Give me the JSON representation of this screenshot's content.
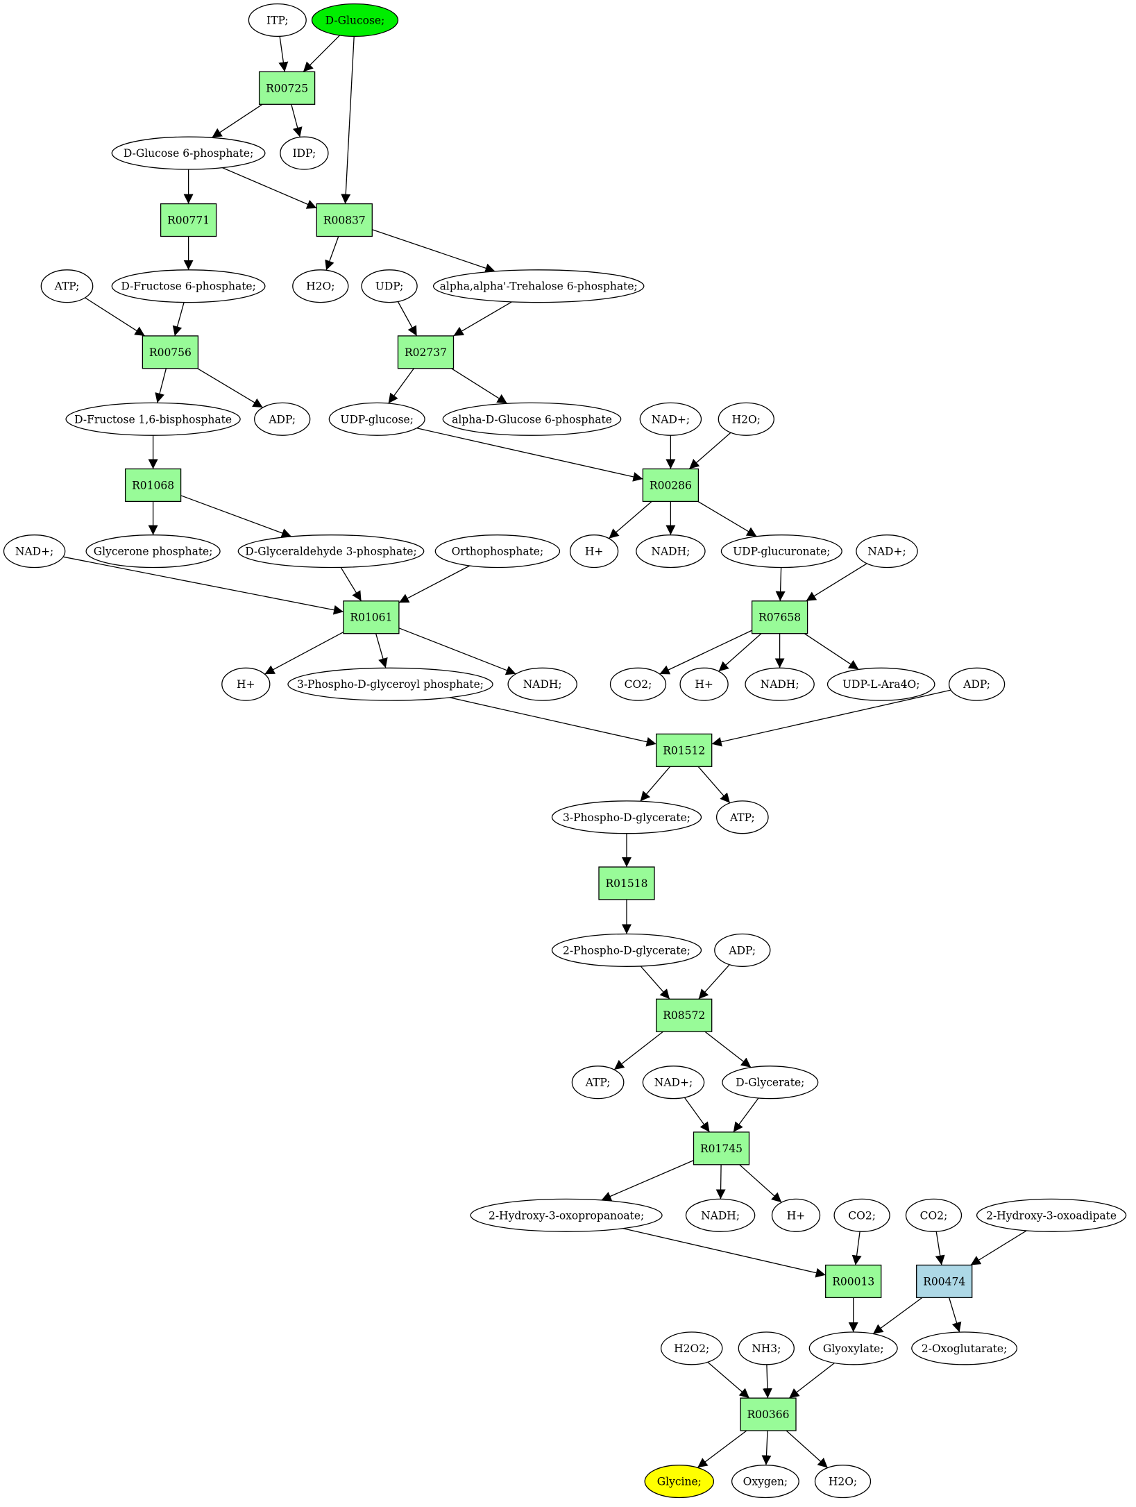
{
  "colors": {
    "reaction": "#98fb98",
    "reaction_alt": "#add8e6",
    "source": "#00ee00",
    "target": "#ffff00",
    "compound": "#ffffff"
  },
  "compounds": [
    {
      "id": "itp",
      "label": "ITP;"
    },
    {
      "id": "dglucose",
      "label": "D-Glucose;",
      "fill": "source"
    },
    {
      "id": "g6p",
      "label": "D-Glucose 6-phosphate;"
    },
    {
      "id": "idp",
      "label": "IDP;"
    },
    {
      "id": "atp1",
      "label": "ATP;"
    },
    {
      "id": "f6p",
      "label": "D-Fructose 6-phosphate;"
    },
    {
      "id": "h2o1",
      "label": "H2O;"
    },
    {
      "id": "udp",
      "label": "UDP;"
    },
    {
      "id": "tre6p",
      "label": "alpha,alpha'-Trehalose 6-phosphate;"
    },
    {
      "id": "fbp",
      "label": "D-Fructose 1,6-bisphosphate"
    },
    {
      "id": "adp1",
      "label": "ADP;"
    },
    {
      "id": "udpglc",
      "label": "UDP-glucose;"
    },
    {
      "id": "ag6p",
      "label": "alpha-D-Glucose 6-phosphate"
    },
    {
      "id": "nad1",
      "label": "NAD+;"
    },
    {
      "id": "h2o2",
      "label": "H2O;"
    },
    {
      "id": "nad2",
      "label": "NAD+;"
    },
    {
      "id": "dhap",
      "label": "Glycerone phosphate;"
    },
    {
      "id": "gap",
      "label": "D-Glyceraldehyde 3-phosphate;"
    },
    {
      "id": "pi",
      "label": "Orthophosphate;"
    },
    {
      "id": "hplus1",
      "label": "H+"
    },
    {
      "id": "nadh1",
      "label": "NADH;"
    },
    {
      "id": "udpglcua",
      "label": "UDP-glucuronate;"
    },
    {
      "id": "nad3",
      "label": "NAD+;"
    },
    {
      "id": "hplus2",
      "label": "H+"
    },
    {
      "id": "bpg",
      "label": "3-Phospho-D-glyceroyl phosphate;"
    },
    {
      "id": "nadh2",
      "label": "NADH;"
    },
    {
      "id": "co2a",
      "label": "CO2;"
    },
    {
      "id": "hplus3",
      "label": "H+"
    },
    {
      "id": "nadh3",
      "label": "NADH;"
    },
    {
      "id": "udpara",
      "label": "UDP-L-Ara4O;"
    },
    {
      "id": "adp2",
      "label": "ADP;"
    },
    {
      "id": "pg3",
      "label": "3-Phospho-D-glycerate;"
    },
    {
      "id": "atp2",
      "label": "ATP;"
    },
    {
      "id": "pg2",
      "label": "2-Phospho-D-glycerate;"
    },
    {
      "id": "adp3",
      "label": "ADP;"
    },
    {
      "id": "atp3",
      "label": "ATP;"
    },
    {
      "id": "nad4",
      "label": "NAD+;"
    },
    {
      "id": "dglycerate",
      "label": "D-Glycerate;"
    },
    {
      "id": "hop",
      "label": "2-Hydroxy-3-oxopropanoate;"
    },
    {
      "id": "nadh4",
      "label": "NADH;"
    },
    {
      "id": "hplus4",
      "label": "H+"
    },
    {
      "id": "co2b",
      "label": "CO2;"
    },
    {
      "id": "co2c",
      "label": "CO2;"
    },
    {
      "id": "hoa",
      "label": "2-Hydroxy-3-oxoadipate"
    },
    {
      "id": "h2o2b",
      "label": "H2O2;"
    },
    {
      "id": "nh3",
      "label": "NH3;"
    },
    {
      "id": "glyoxylate",
      "label": "Glyoxylate;"
    },
    {
      "id": "oxoglut",
      "label": "2-Oxoglutarate;"
    },
    {
      "id": "glycine",
      "label": "Glycine;",
      "fill": "target"
    },
    {
      "id": "oxygen",
      "label": "Oxygen;"
    },
    {
      "id": "h2o3",
      "label": "H2O;"
    }
  ],
  "reactions": [
    {
      "id": "R00725",
      "label": "R00725"
    },
    {
      "id": "R00771",
      "label": "R00771"
    },
    {
      "id": "R00837",
      "label": "R00837"
    },
    {
      "id": "R00756",
      "label": "R00756"
    },
    {
      "id": "R02737",
      "label": "R02737"
    },
    {
      "id": "R01068",
      "label": "R01068"
    },
    {
      "id": "R00286",
      "label": "R00286"
    },
    {
      "id": "R01061",
      "label": "R01061"
    },
    {
      "id": "R07658",
      "label": "R07658"
    },
    {
      "id": "R01512",
      "label": "R01512"
    },
    {
      "id": "R01518",
      "label": "R01518"
    },
    {
      "id": "R08572",
      "label": "R08572"
    },
    {
      "id": "R01745",
      "label": "R01745"
    },
    {
      "id": "R00013",
      "label": "R00013"
    },
    {
      "id": "R00474",
      "label": "R00474",
      "fill": "reaction_alt"
    },
    {
      "id": "R00366",
      "label": "R00366"
    }
  ],
  "edges": [
    [
      "itp",
      "R00725"
    ],
    [
      "dglucose",
      "R00725"
    ],
    [
      "dglucose",
      "R00837"
    ],
    [
      "R00725",
      "g6p"
    ],
    [
      "R00725",
      "idp"
    ],
    [
      "g6p",
      "R00771"
    ],
    [
      "g6p",
      "R00837"
    ],
    [
      "R00771",
      "f6p"
    ],
    [
      "R00837",
      "h2o1"
    ],
    [
      "R00837",
      "tre6p"
    ],
    [
      "atp1",
      "R00756"
    ],
    [
      "f6p",
      "R00756"
    ],
    [
      "udp",
      "R02737"
    ],
    [
      "tre6p",
      "R02737"
    ],
    [
      "R00756",
      "fbp"
    ],
    [
      "R00756",
      "adp1"
    ],
    [
      "R02737",
      "udpglc"
    ],
    [
      "R02737",
      "ag6p"
    ],
    [
      "fbp",
      "R01068"
    ],
    [
      "udpglc",
      "R00286"
    ],
    [
      "nad1",
      "R00286"
    ],
    [
      "h2o2",
      "R00286"
    ],
    [
      "R01068",
      "dhap"
    ],
    [
      "R01068",
      "gap"
    ],
    [
      "R00286",
      "hplus1"
    ],
    [
      "R00286",
      "nadh1"
    ],
    [
      "R00286",
      "udpglcua"
    ],
    [
      "nad2",
      "R01061"
    ],
    [
      "gap",
      "R01061"
    ],
    [
      "pi",
      "R01061"
    ],
    [
      "udpglcua",
      "R07658"
    ],
    [
      "nad3",
      "R07658"
    ],
    [
      "R01061",
      "hplus2"
    ],
    [
      "R01061",
      "bpg"
    ],
    [
      "R01061",
      "nadh2"
    ],
    [
      "R07658",
      "co2a"
    ],
    [
      "R07658",
      "hplus3"
    ],
    [
      "R07658",
      "nadh3"
    ],
    [
      "R07658",
      "udpara"
    ],
    [
      "bpg",
      "R01512"
    ],
    [
      "adp2",
      "R01512"
    ],
    [
      "R01512",
      "pg3"
    ],
    [
      "R01512",
      "atp2"
    ],
    [
      "pg3",
      "R01518"
    ],
    [
      "R01518",
      "pg2"
    ],
    [
      "pg2",
      "R08572"
    ],
    [
      "adp3",
      "R08572"
    ],
    [
      "R08572",
      "atp3"
    ],
    [
      "R08572",
      "dglycerate"
    ],
    [
      "nad4",
      "R01745"
    ],
    [
      "dglycerate",
      "R01745"
    ],
    [
      "R01745",
      "hop"
    ],
    [
      "R01745",
      "nadh4"
    ],
    [
      "R01745",
      "hplus4"
    ],
    [
      "hop",
      "R00013"
    ],
    [
      "co2b",
      "R00013"
    ],
    [
      "co2c",
      "R00474"
    ],
    [
      "hoa",
      "R00474"
    ],
    [
      "R00013",
      "glyoxylate"
    ],
    [
      "R00474",
      "glyoxylate"
    ],
    [
      "R00474",
      "oxoglut"
    ],
    [
      "h2o2b",
      "R00366"
    ],
    [
      "nh3",
      "R00366"
    ],
    [
      "glyoxylate",
      "R00366"
    ],
    [
      "R00366",
      "glycine"
    ],
    [
      "R00366",
      "oxygen"
    ],
    [
      "R00366",
      "h2o3"
    ]
  ]
}
